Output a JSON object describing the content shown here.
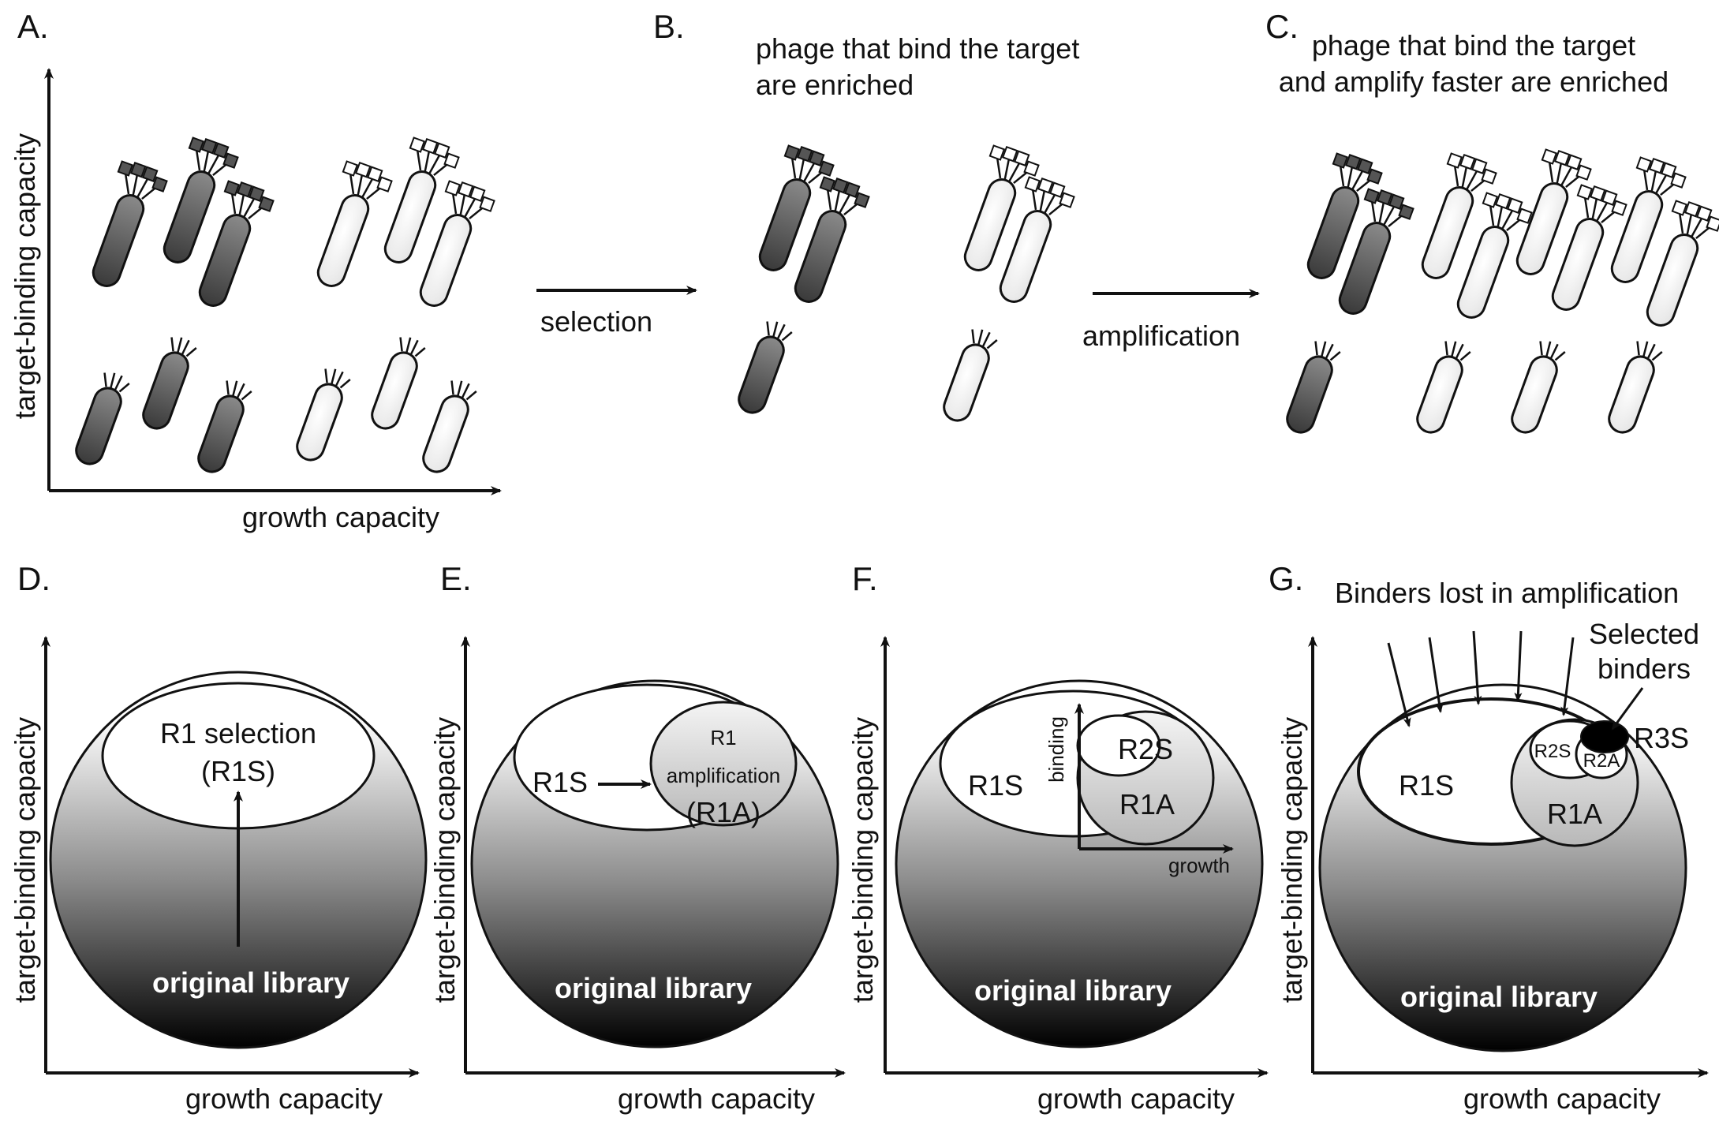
{
  "colors": {
    "dark_top": "#8a8a8a",
    "dark_bottom": "#3a3a3a",
    "light_fill": "#f2f2f2",
    "binder_dark": "#555555",
    "sphere_top": "#ffffff",
    "sphere_bottom": "#000000",
    "r1a_fill": "#d8d8d8"
  },
  "panels": {
    "A": {
      "letter": "A.",
      "ylabel": "target-binding capacity",
      "xlabel": "growth capacity"
    },
    "B": {
      "letter": "B.",
      "caption_line1": "phage that bind the target",
      "caption_line2": "are enriched",
      "arrow_label": "selection"
    },
    "C": {
      "letter": "C.",
      "caption_line1": "phage that bind the target",
      "caption_line2": "and amplify faster are enriched",
      "arrow_label": "amplification"
    },
    "D": {
      "letter": "D.",
      "ylabel": "target-binding capacity",
      "xlabel": "growth capacity",
      "sel_line1": "R1 selection",
      "sel_line2": "(R1S)",
      "library": "original library"
    },
    "E": {
      "letter": "E.",
      "ylabel": "target-binding capacity",
      "xlabel": "growth capacity",
      "r1s": "R1S",
      "amp_line1": "R1",
      "amp_line2": "amplification",
      "amp_line3": "(R1A)",
      "library": "original library"
    },
    "F": {
      "letter": "F.",
      "ylabel": "target-binding capacity",
      "xlabel": "growth capacity",
      "r1s": "R1S",
      "r2s": "R2S",
      "r1a": "R1A",
      "binding": "binding",
      "growth": "growth",
      "library": "original library"
    },
    "G": {
      "letter": "G.",
      "ylabel": "target-binding capacity",
      "xlabel": "growth capacity",
      "lost": "Binders lost in amplification",
      "selected_line1": "Selected",
      "selected_line2": "binders",
      "r3s": "R3S",
      "r1s": "R1S",
      "r2s": "R2S",
      "r2a": "R2A",
      "r1a": "R1A",
      "library": "original library"
    }
  }
}
